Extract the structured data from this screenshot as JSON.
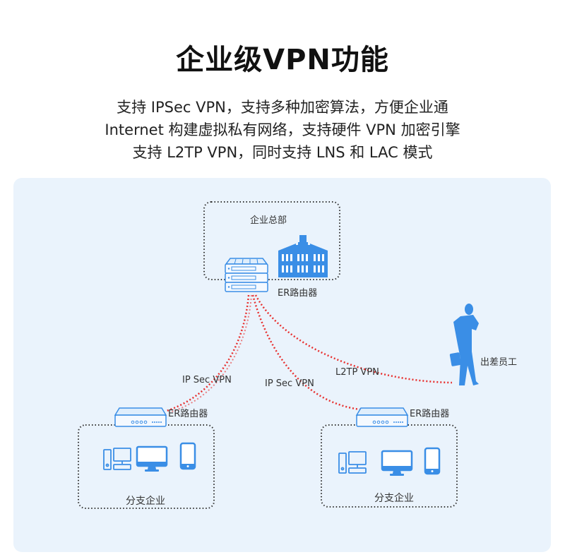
{
  "header": {
    "title": "企业级VPN功能",
    "description_lines": [
      "支持 IPSec VPN，支持多种加密算法，方便企业通",
      "Internet 构建虚拟私有网络，支持硬件 VPN 加密引擎",
      "支持 L2TP VPN，同时支持 LNS 和 LAC 模式"
    ]
  },
  "diagram": {
    "headquarters": {
      "label": "企业总部",
      "router_label": "ER路由器",
      "icons": [
        "rack-router-icon",
        "building-icon"
      ]
    },
    "branches": [
      {
        "label": "分支企业",
        "router_label": "ER路由器",
        "icons": [
          "desktop-pc-icon",
          "monitor-icon",
          "smartphone-icon"
        ]
      },
      {
        "label": "分支企业",
        "router_label": "ER路由器",
        "icons": [
          "desktop-pc-icon",
          "monitor-icon",
          "smartphone-icon"
        ]
      }
    ],
    "remote_user": {
      "label": "出差员工",
      "icon": "businessman-icon"
    },
    "links": [
      {
        "label": "IP Sec VPN",
        "from": "企业总部",
        "to": "分支企业 (left)"
      },
      {
        "label": "IP Sec VPN",
        "from": "企业总部",
        "to": "分支企业 (right)"
      },
      {
        "label": "L2TP VPN",
        "from": "企业总部",
        "to": "出差员工"
      }
    ],
    "colors": {
      "panel_bg": "#eaf3fc",
      "icon_blue": "#3a8ee6",
      "link_red": "#e8302f",
      "dotted_border": "#333333"
    }
  }
}
